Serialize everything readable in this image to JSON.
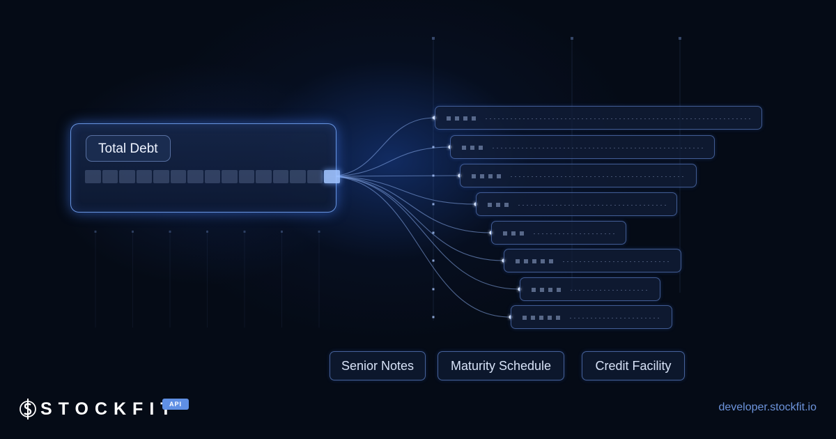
{
  "panel": {
    "title": "Total Debt",
    "segments_total": 15,
    "segments_lit": 1
  },
  "rows": [
    {
      "squares": 4
    },
    {
      "squares": 3
    },
    {
      "squares": 4
    },
    {
      "squares": 3
    },
    {
      "squares": 3
    },
    {
      "squares": 5
    },
    {
      "squares": 4
    },
    {
      "squares": 5
    }
  ],
  "tags": [
    "Senior Notes",
    "Maturity Schedule",
    "Credit Facility"
  ],
  "brand": {
    "name": "STOCKFIT",
    "badge": "API"
  },
  "footer": {
    "url": "developer.stockfit.io"
  },
  "colors": {
    "background": "#050b16",
    "accent": "#5f8fe4",
    "link": "#6d94dc",
    "glow": "#78aaff"
  }
}
